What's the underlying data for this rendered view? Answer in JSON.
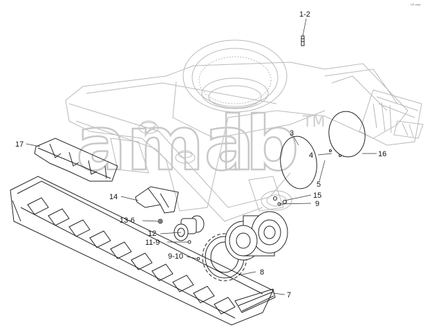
{
  "corner_text": "VP-mob",
  "watermark": {
    "brand": "ama",
    "brand_end": "lb",
    "tm": "TM"
  },
  "callouts": [
    "1-2",
    "17",
    "3",
    "4",
    "16",
    "5",
    "15",
    "9",
    "14",
    "13-6",
    "12",
    "11-9",
    "9-10",
    "8",
    "7"
  ],
  "colors": {
    "ink": "#222222",
    "ghost": "#b9b9b9",
    "watermark": "#c8c8c8"
  }
}
